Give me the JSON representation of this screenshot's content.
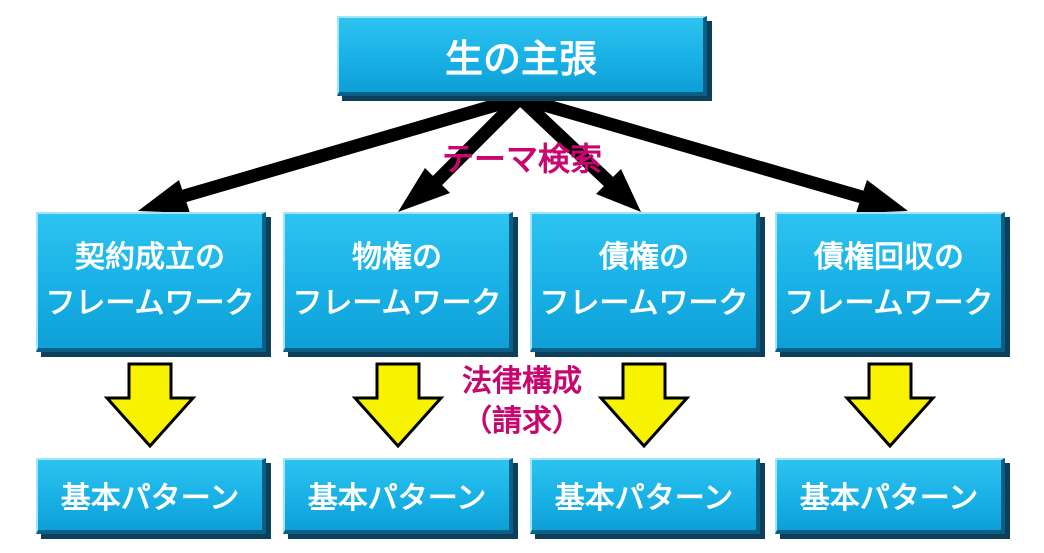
{
  "top": {
    "label": "生の主張"
  },
  "theme_label": "テーマ検索",
  "legal_label": {
    "line1": "法律構成",
    "line2": "（請求）"
  },
  "frameworks": [
    {
      "line1": "契約成立の",
      "line2": "フレームワーク"
    },
    {
      "line1": "物権の",
      "line2": "フレームワーク"
    },
    {
      "line1": "債権の",
      "line2": "フレームワーク"
    },
    {
      "line1": "債権回収の",
      "line2": "フレームワーク"
    }
  ],
  "basic_patterns": [
    "基本パターン",
    "基本パターン",
    "基本パターン",
    "基本パターン"
  ],
  "colors": {
    "box_fill": "#18b1e6",
    "label_magenta": "#c8066f",
    "arrow_black": "#000000",
    "arrow_yellow": "#f7f200"
  }
}
